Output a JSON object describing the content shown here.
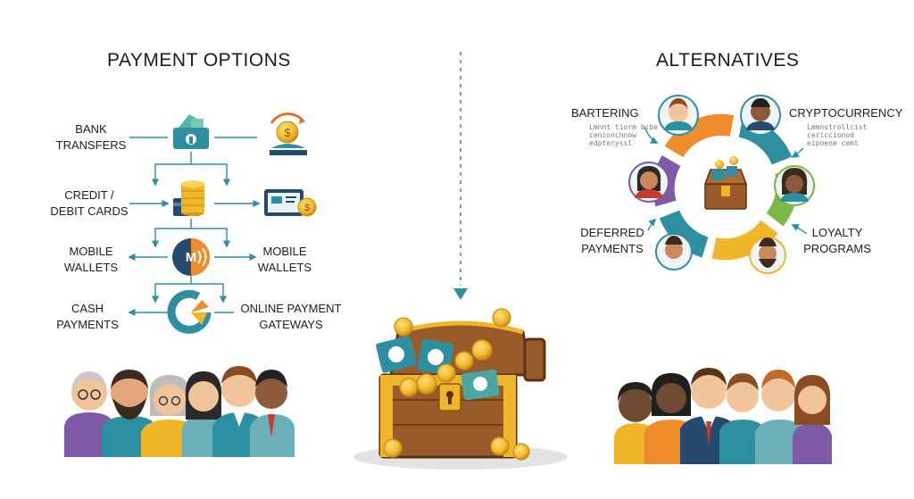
{
  "left": {
    "title": "PAYMENT OPTIONS",
    "items": [
      {
        "label": "BANK\nTRANSFERS",
        "icon": "bank-transfer-icon",
        "right_icon": "coin-hand-icon"
      },
      {
        "label": "CREDIT /\nDEBIT CARDS",
        "icon": "card-coins-icon",
        "right_icon": "payment-screen-icon"
      },
      {
        "label": "MOBILE\nWALLETS",
        "icon": "mobile-wallet-icon",
        "right_label": "MOBILE\nWALLETS"
      },
      {
        "label": "CASH\nPAYMENTS",
        "icon": "gateway-icon",
        "right_label": "ONLINE PAYMENT\nGATEWAYS"
      }
    ],
    "wallet_glyph": "M"
  },
  "right": {
    "title": "ALTERNATIVES",
    "items": [
      {
        "label": "BARTERING",
        "note": "Lmnnt tiorm bibe\ncenionchnow\nedpteryssl"
      },
      {
        "label": "CRYPTOCURRENCY",
        "note": "Lmmnstrollcist\ncericcionod\neipoene cemt"
      },
      {
        "label": "DEFERRED\nPAYMENTS"
      },
      {
        "label": "LOYALTY\nPROGRAMS"
      }
    ]
  },
  "colors": {
    "teal": "#2e8fa1",
    "gold": "#f0b52b",
    "orange": "#ef8c2c",
    "green": "#7bb649",
    "purple": "#7f5aa6",
    "navy": "#264a6e",
    "wood": "#8a4d22"
  }
}
